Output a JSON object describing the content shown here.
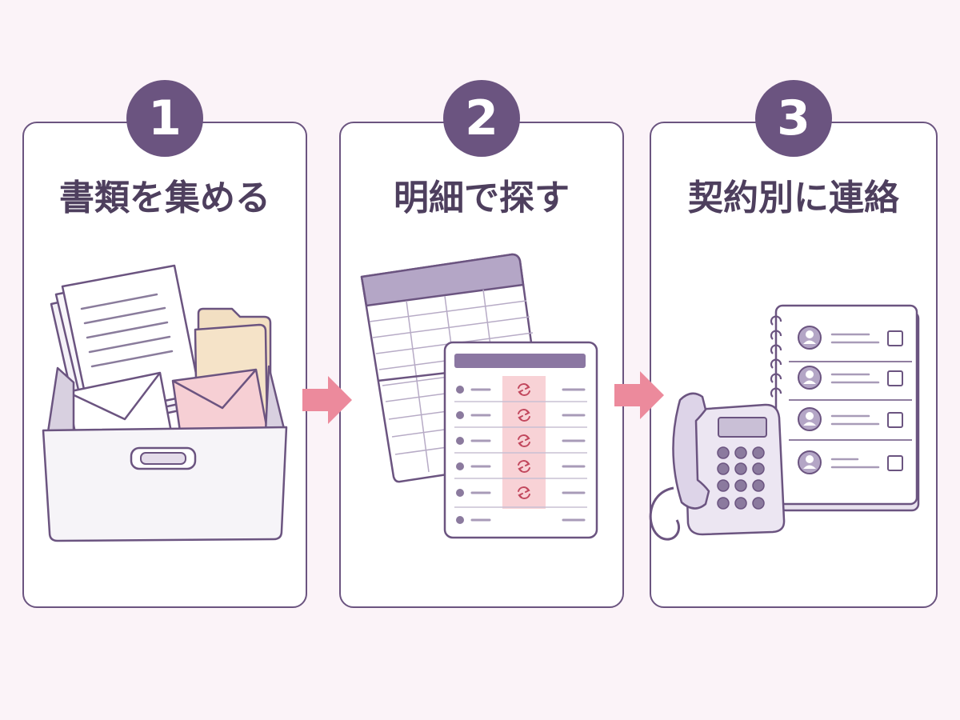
{
  "steps": [
    {
      "number": "1",
      "title": "書類を集める"
    },
    {
      "number": "2",
      "title": "明細で探す"
    },
    {
      "number": "3",
      "title": "契約別に連絡"
    }
  ],
  "colors": {
    "accent": "#6b5480",
    "title_text": "#4e3f5e",
    "arrow": "#ec8a9c",
    "highlight": "#f8d2d6",
    "background": "#fbf3f8"
  },
  "icons": {
    "step1": [
      "document-stack-icon",
      "folder-icon",
      "envelope-icon",
      "storage-box-icon"
    ],
    "step2": [
      "ledger-book-icon",
      "statement-list-icon",
      "recurring-icon"
    ],
    "step3": [
      "telephone-icon",
      "contact-notebook-icon",
      "person-icon",
      "checkbox-icon"
    ]
  }
}
